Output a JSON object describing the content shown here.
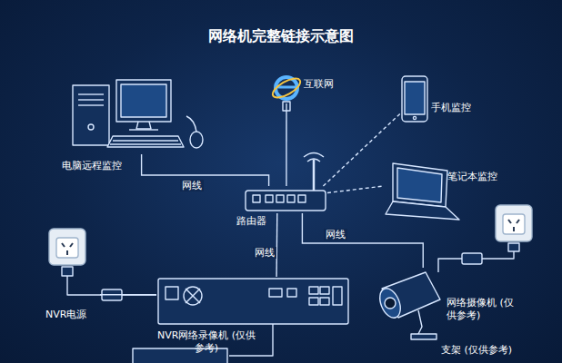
{
  "diagram": {
    "title": "网络机完整链接示意图",
    "nodes": [
      {
        "text": [
          "电脑远程监控"
        ]
      },
      {
        "text": [
          "互联网"
        ]
      },
      {
        "text": [
          "手机监控"
        ]
      },
      {
        "text": [
          "笔记本监控"
        ]
      },
      {
        "text": [
          "路由器"
        ]
      },
      {
        "text": [
          "NVR电源"
        ]
      },
      {
        "text": [
          "NVR网络录像机 (仅供参考)"
        ]
      },
      {
        "text": [
          "网络摄像机 (仅供参考)",
          "支架 (仅供参考)"
        ]
      }
    ],
    "edges": [
      {
        "from": 0,
        "to": 4,
        "arrow": "none",
        "label": "网线"
      },
      {
        "from": 1,
        "to": 4,
        "arrow": "none"
      },
      {
        "from": 4,
        "to": 2,
        "arrow": "none"
      },
      {
        "from": 4,
        "to": 3,
        "arrow": "none"
      },
      {
        "from": 4,
        "to": 6,
        "arrow": "none",
        "label": "网线"
      },
      {
        "from": 4,
        "to": 7,
        "arrow": "none",
        "label": "网线"
      },
      {
        "from": 5,
        "to": 6,
        "arrow": "none"
      }
    ]
  }
}
